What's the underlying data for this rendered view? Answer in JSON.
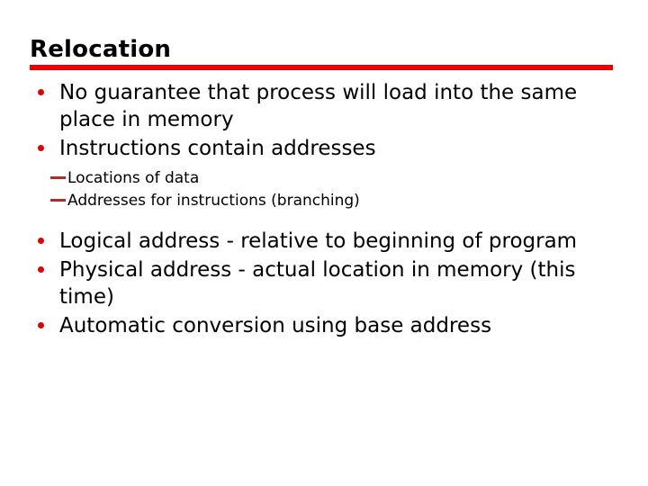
{
  "slide": {
    "title": "Relocation",
    "accent_color": "#ee0000",
    "bullet_color": "#e00000",
    "dash_color": "#b02b2b",
    "text_color": "#000000",
    "background_color": "#ffffff"
  },
  "bullets": [
    {
      "text": "No guarantee that process will load into the same place in memory",
      "marker": "red-dot"
    },
    {
      "text": "Instructions contain addresses",
      "marker": "red-dot"
    },
    {
      "text": "Logical address - relative to beginning of program",
      "marker": "red-dot"
    },
    {
      "text": "Physical address - actual location in memory (this time)",
      "marker": "red-dot"
    },
    {
      "text": "Automatic conversion using base address",
      "marker": "red-dot"
    }
  ],
  "sub_bullets": [
    {
      "text": "Locations of data",
      "marker": "em-dash"
    },
    {
      "text": "Addresses for instructions (branching)",
      "marker": "em-dash"
    }
  ]
}
